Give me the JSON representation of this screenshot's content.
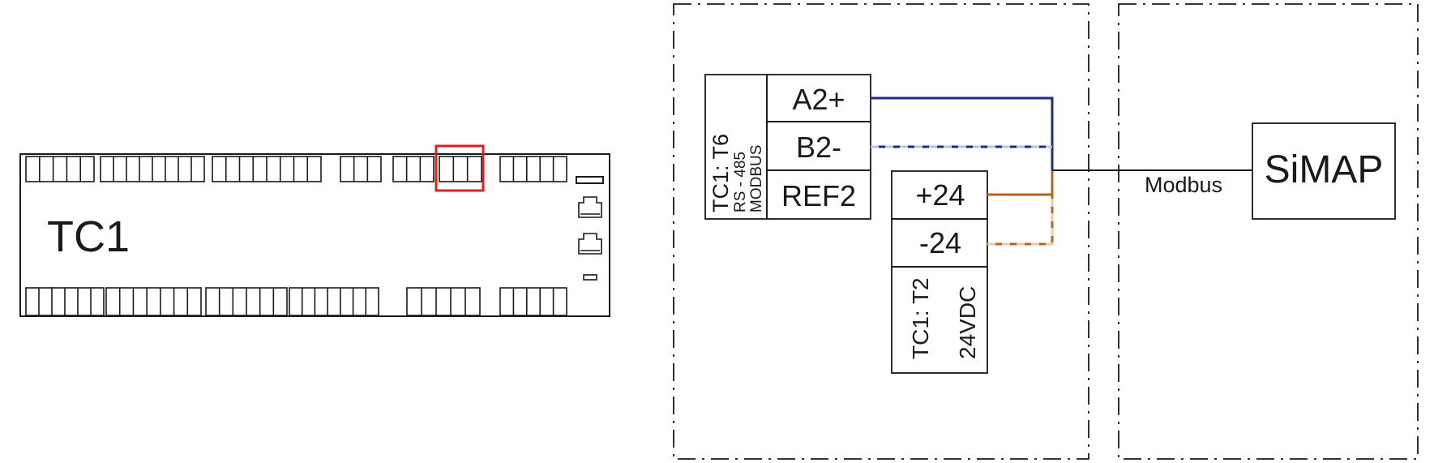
{
  "controller": {
    "name": "TC1"
  },
  "t6_block": {
    "label_line1": "TC1: T6",
    "label_line2": "RS - 485",
    "label_line3": "MODBUS",
    "terminals": [
      "A2+",
      "B2-",
      "REF2"
    ]
  },
  "t2_block": {
    "terminals": [
      "+24",
      "-24"
    ],
    "label_line1": "TC1: T2",
    "label_line2": "24VDC"
  },
  "bus_label": "Modbus",
  "device": {
    "name": "SiMAP"
  },
  "colors": {
    "line": "#1a1a1a",
    "highlight": "#e02020",
    "rs485_wire": "#1f2a8c",
    "rs485_wire_shield": "#b9c0e8",
    "power_wire": "#b5651d",
    "power_wire_shield": "#e8c9a8"
  }
}
